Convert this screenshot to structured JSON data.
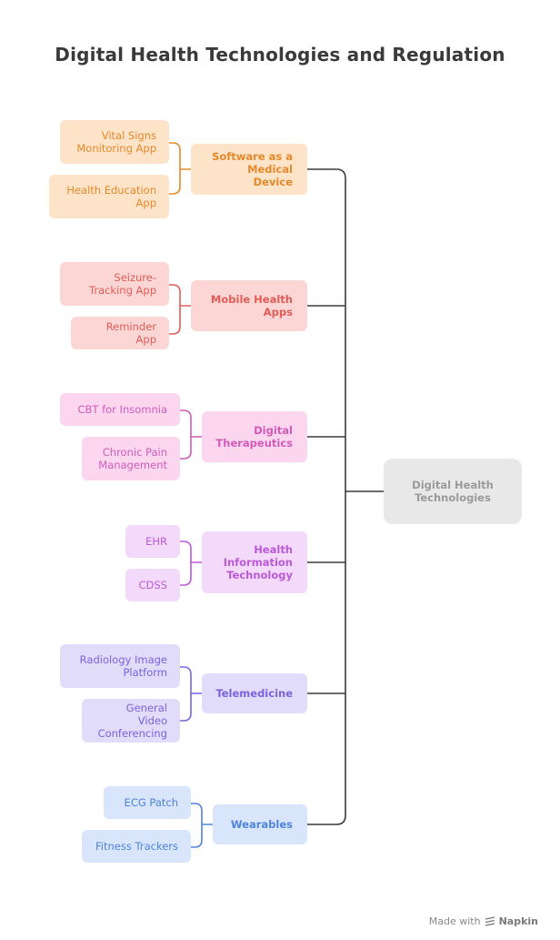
{
  "title": "Digital Health Technologies and Regulation",
  "colors": {
    "orange": "#e5892b",
    "red": "#e05d58",
    "pink": "#d15bb8",
    "violet": "#bb5ad9",
    "purple": "#7b62df",
    "blue": "#4f84da",
    "root_text": "#9a9a9a",
    "connector": "#3a3a3a"
  },
  "root": {
    "label": "Digital Health Technologies"
  },
  "categories": [
    {
      "label": "Software as a Medical Device",
      "color": "orange",
      "children": [
        "Vital Signs Monitoring App",
        "Health Education App"
      ]
    },
    {
      "label": "Mobile Health Apps",
      "color": "red",
      "children": [
        "Seizure-Tracking App",
        "Reminder App"
      ]
    },
    {
      "label": "Digital Therapeutics",
      "color": "pink",
      "children": [
        "CBT for Insomnia",
        "Chronic Pain Management"
      ]
    },
    {
      "label": "Health Information Technology",
      "color": "violet",
      "children": [
        "EHR",
        "CDSS"
      ]
    },
    {
      "label": "Telemedicine",
      "color": "purple",
      "children": [
        "Radiology Image Platform",
        "General Video Conferencing"
      ]
    },
    {
      "label": "Wearables",
      "color": "blue",
      "children": [
        "ECG Patch",
        "Fitness Trackers"
      ]
    }
  ],
  "footer": {
    "made_with": "Made with",
    "brand": "Napkin"
  }
}
